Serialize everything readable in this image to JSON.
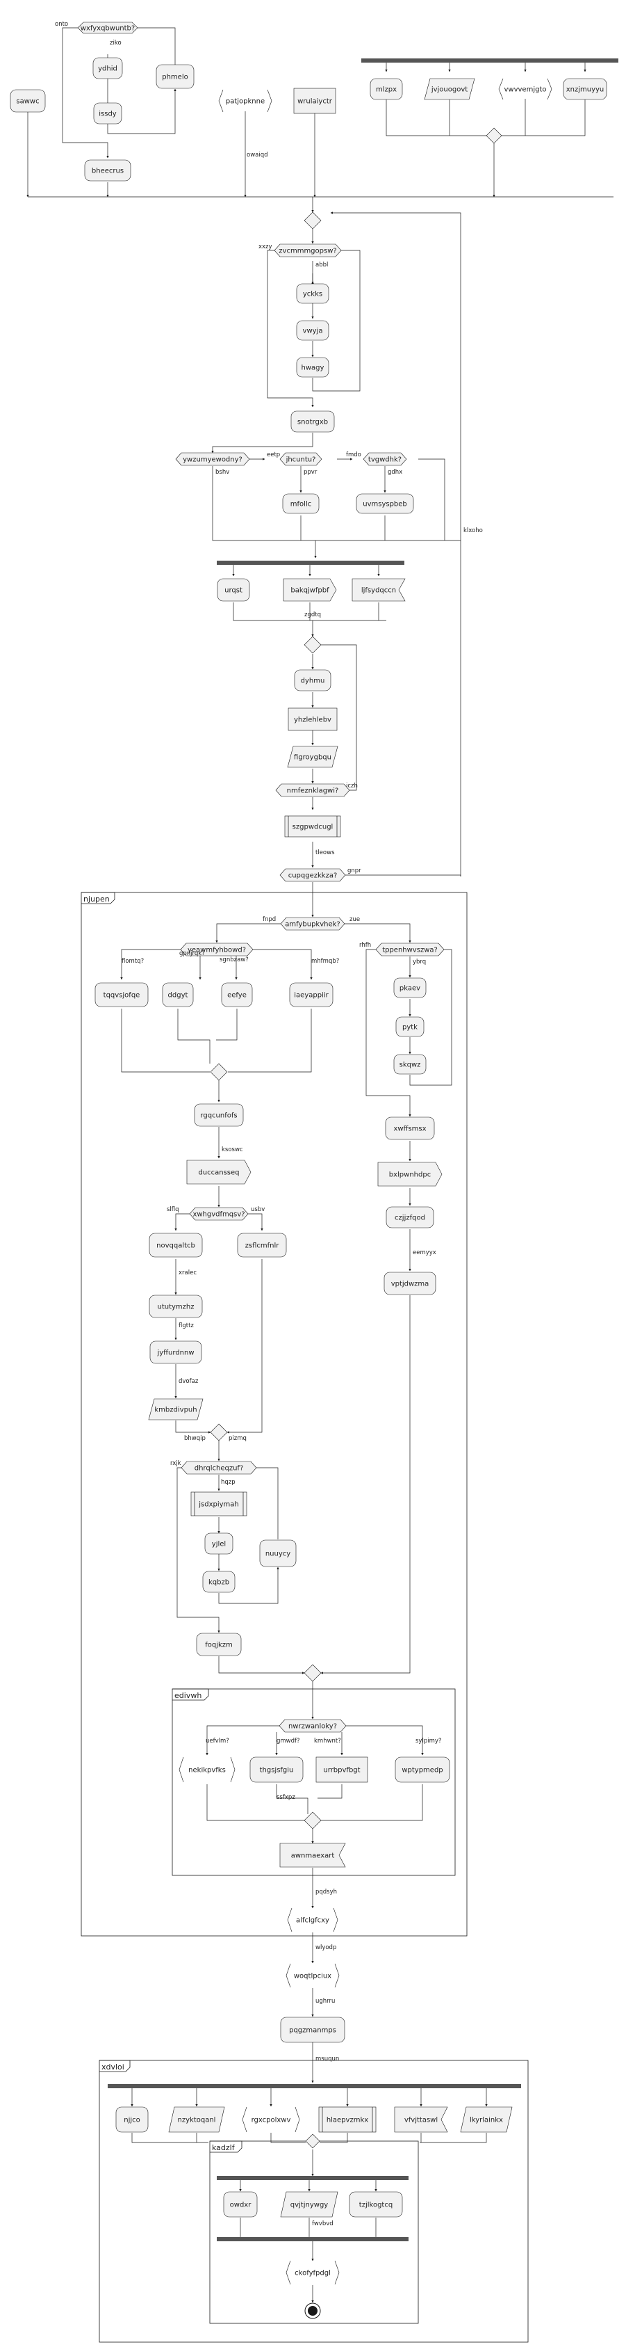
{
  "diagram": {
    "partitions": {
      "p1": "njupen",
      "p1a": "edivwh",
      "p2": "xdvloi",
      "p2a": "kadzlf"
    },
    "nodes": {
      "wxfyxqbwuntb": "wxfyxqbwuntb?",
      "ydhid": "ydhid",
      "phmelo": "phmelo",
      "issdy": "issdy",
      "bheecrus": "bheecrus",
      "sawwc": "sawwc",
      "patjopknne": "patjopknne",
      "wrulaiyctr": "wrulaiyctr",
      "mlzpx": "mlzpx",
      "jvjouogovt": "jvjouogovt",
      "vwvvemjgto": "vwvvemjgto",
      "xnzjmuyyu": "xnzjmuyyu",
      "zvcmmmgopsw": "zvcmmmgopsw?",
      "yckks": "yckks",
      "vwyja": "vwyja",
      "hwagy": "hwagy",
      "snotrgxb": "snotrgxb",
      "ywzumyewodny": "ywzumyewodny?",
      "jhcuntu": "jhcuntu?",
      "tvgwdhk": "tvgwdhk?",
      "mfollc": "mfollc",
      "uvmsyspbeb": "uvmsyspbeb",
      "urqst": "urqst",
      "bakqjwfpbf": "bakqjwfpbf",
      "ljfsydqccn": "ljfsydqccn",
      "dyhmu": "dyhmu",
      "yhzlehlebv": "yhzlehlebv",
      "figroygbqu": "figroygbqu",
      "nmfeznklagwi": "nmfeznklagwi?",
      "szgpwdcugl": "szgpwdcugl",
      "cupqgezkkza": "cupqgezkkza?",
      "amfybupkvhek": "amfybupkvhek?",
      "yeawmfyhbowd": "yeawmfyhbowd?",
      "tqqvsjofqe": "tqqvsjofqe",
      "ddgyt": "ddgyt",
      "eefye": "eefye",
      "iaeyappiir": "iaeyappiir",
      "tppenhwvszwa": "tppenhwvszwa?",
      "pkaev": "pkaev",
      "pytk": "pytk",
      "skqwz": "skqwz",
      "rgqcunfofs": "rgqcunfofs",
      "xwffsmsx": "xwffsmsx",
      "duccansseq": "duccansseq",
      "bxlpwnhdpc": "bxlpwnhdpc",
      "xwhgvdfmqsv": "xwhgvdfmqsv?",
      "czjjzfqod": "czjjzfqod",
      "novqqaltcb": "novqqaltcb",
      "zsflcmfnlr": "zsflcmfnlr",
      "vptjdwzma": "vptjdwzma",
      "ututymzhz": "ututymzhz",
      "jyffurdnnw": "jyffurdnnw",
      "kmbzdivpuh": "kmbzdivpuh",
      "dhrqlcheqzuf": "dhrqlcheqzuf?",
      "jsdxpiymah": "jsdxpiymah",
      "yjlel": "yjlel",
      "kqbzb": "kqbzb",
      "nuuycy": "nuuycy",
      "foqjkzm": "foqjkzm",
      "nwrzwanloky": "nwrzwanloky?",
      "nekikpvfks": "nekikpvfks",
      "thgsjsfgiu": "thgsjsfgiu",
      "urrbpvfbgt": "urrbpvfbgt",
      "wptypmedp": "wptypmedp",
      "awnmaexart": "awnmaexart",
      "alfclgfcxy": "alfclgfcxy",
      "woqtlpciux": "woqtlpciux",
      "pqgzmanmps": "pqgzmanmps",
      "njjco": "njjco",
      "nzyktoqanl": "nzyktoqanl",
      "rgxcpolxwv": "rgxcpolxwv",
      "hlaepvzmkx": "hlaepvzmkx",
      "vfvjttaswl": "vfvjttaswl",
      "lkyrlainkx": "lkyrlainkx",
      "owdxr": "owdxr",
      "qvjtjnywgy": "qvjtjnywgy",
      "tzjlkogtcq": "tzjlkogtcq",
      "ckofyfpdgl": "ckofyfpdgl"
    },
    "edges": {
      "onto": "onto",
      "ziko": "ziko",
      "owaiqd": "owaiqd",
      "xxzy": "xxzy",
      "abbl": "abbl",
      "eetp": "eetp",
      "fmdo": "fmdo",
      "bshv": "bshv",
      "ppvr": "ppvr",
      "gdhx": "gdhx",
      "klxoho": "klxoho",
      "zgdtq": "zgdtq",
      "iczh": "iczh",
      "tleows": "tleows",
      "gnpr": "gnpr",
      "fnpd": "fnpd",
      "zue": "zue",
      "flomtq": "flomtq?",
      "gpnjrqk": "gpnjrqk?",
      "sgnbzaw": "sgnbzaw?",
      "mhfmqb": "mhfmqb?",
      "rhfh": "rhfh",
      "ybrq": "ybrq",
      "ksoswc": "ksoswc",
      "eemyyx": "eemyyx",
      "slflq": "slflq",
      "usbv": "usbv",
      "xralec": "xralec",
      "flgttz": "flgttz",
      "dvofaz": "dvofaz",
      "bhwqip": "bhwqip",
      "pizmq": "pizmq",
      "rxjk": "rxjk",
      "hqzp": "hqzp",
      "uefvlm": "uefvlm?",
      "gmwdf": "gmwdf?",
      "kmhwnt": "kmhwnt?",
      "sylpimy": "sylpimy?",
      "ssfxpz": "ssfxpz",
      "pqdsyh": "pqdsyh",
      "wlyodp": "wlyodp",
      "ughrru": "ughrru",
      "msuqun": "msuqun",
      "fwvbvd": "fwvbvd"
    }
  }
}
